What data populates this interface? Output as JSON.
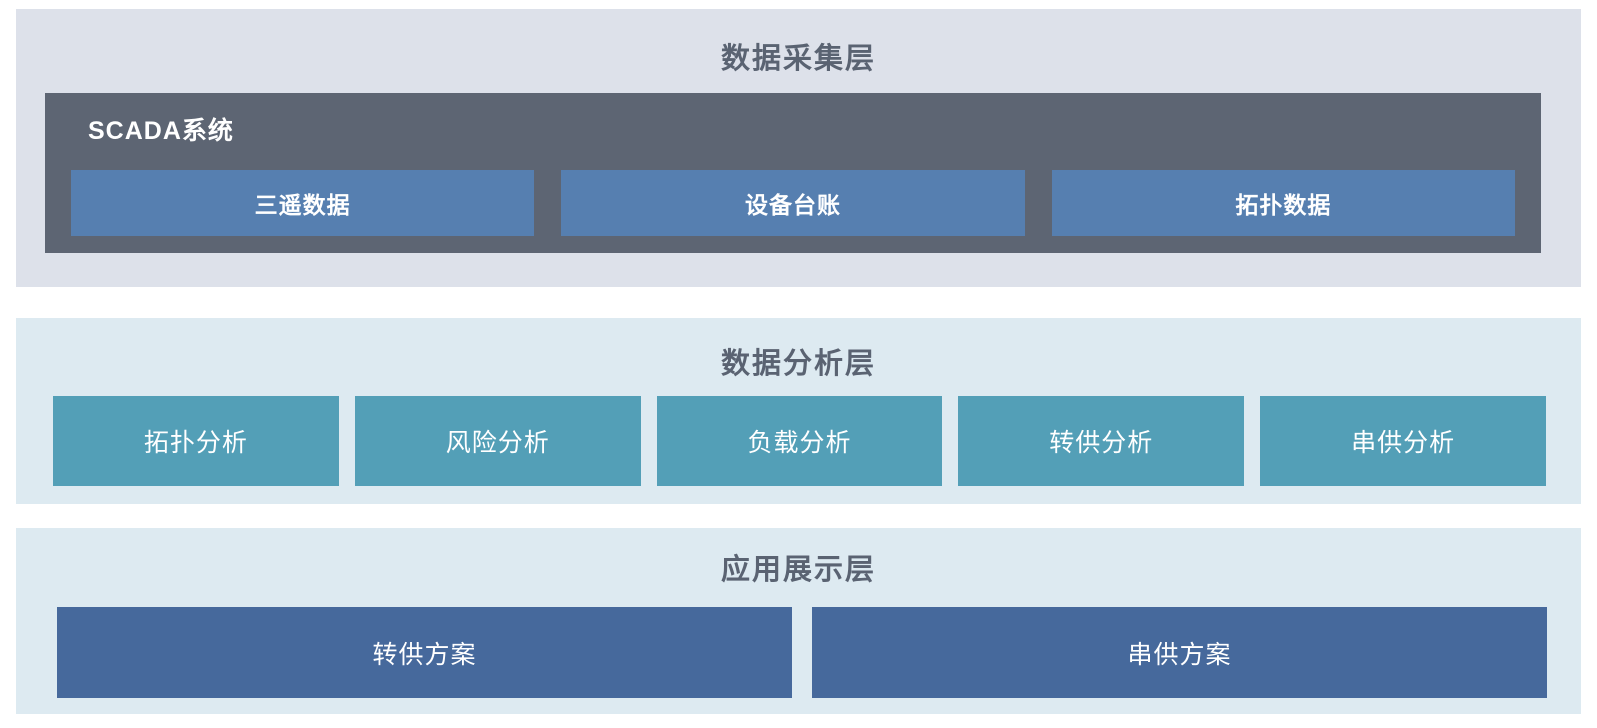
{
  "palette": {
    "page_bg": "#ffffff",
    "collection_layer_bg": "#dde1ea",
    "analysis_layer_bg": "#ddeaf1",
    "application_layer_bg": "#ddeaf1",
    "scada_panel_bg": "#5d6573",
    "collection_box_bg": "#567fb0",
    "analysis_box_bg": "#539fb7",
    "application_box_bg": "#46699c",
    "layer_title_color": "#5a6372",
    "box_text_color": "#ffffff"
  },
  "layers": {
    "collection": {
      "title": "数据采集层",
      "scada": {
        "label": "SCADA系统",
        "items": [
          {
            "label": "三遥数据"
          },
          {
            "label": "设备台账"
          },
          {
            "label": "拓扑数据"
          }
        ]
      }
    },
    "analysis": {
      "title": "数据分析层",
      "items": [
        {
          "label": "拓扑分析"
        },
        {
          "label": "风险分析"
        },
        {
          "label": "负载分析"
        },
        {
          "label": "转供分析"
        },
        {
          "label": "串供分析"
        }
      ]
    },
    "application": {
      "title": "应用展示层",
      "items": [
        {
          "label": "转供方案"
        },
        {
          "label": "串供方案"
        }
      ]
    }
  }
}
